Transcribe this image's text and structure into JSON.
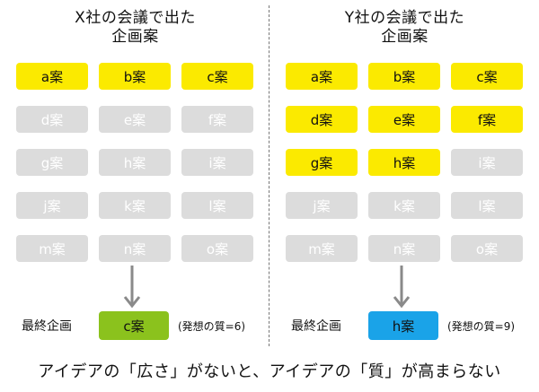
{
  "left": {
    "title_line1": "X社の会議で出た",
    "title_line2": "企画案",
    "ideas": [
      {
        "label": "a案",
        "highlighted": true
      },
      {
        "label": "b案",
        "highlighted": true
      },
      {
        "label": "c案",
        "highlighted": true
      },
      {
        "label": "d案",
        "highlighted": false
      },
      {
        "label": "e案",
        "highlighted": false
      },
      {
        "label": "f案",
        "highlighted": false
      },
      {
        "label": "g案",
        "highlighted": false
      },
      {
        "label": "h案",
        "highlighted": false
      },
      {
        "label": "i案",
        "highlighted": false
      },
      {
        "label": "j案",
        "highlighted": false
      },
      {
        "label": "k案",
        "highlighted": false
      },
      {
        "label": "l案",
        "highlighted": false
      },
      {
        "label": "m案",
        "highlighted": false
      },
      {
        "label": "n案",
        "highlighted": false
      },
      {
        "label": "o案",
        "highlighted": false
      }
    ],
    "final_label": "最終企画",
    "final_choice": "c案",
    "final_color": "#8bc21d",
    "final_text_color": "#111111",
    "note": "(発想の質=6)"
  },
  "right": {
    "title_line1": "Y社の会議で出た",
    "title_line2": "企画案",
    "ideas": [
      {
        "label": "a案",
        "highlighted": true
      },
      {
        "label": "b案",
        "highlighted": true
      },
      {
        "label": "c案",
        "highlighted": true
      },
      {
        "label": "d案",
        "highlighted": true
      },
      {
        "label": "e案",
        "highlighted": true
      },
      {
        "label": "f案",
        "highlighted": true
      },
      {
        "label": "g案",
        "highlighted": true
      },
      {
        "label": "h案",
        "highlighted": true
      },
      {
        "label": "i案",
        "highlighted": false
      },
      {
        "label": "j案",
        "highlighted": false
      },
      {
        "label": "k案",
        "highlighted": false
      },
      {
        "label": "l案",
        "highlighted": false
      },
      {
        "label": "m案",
        "highlighted": false
      },
      {
        "label": "n案",
        "highlighted": false
      },
      {
        "label": "o案",
        "highlighted": false
      }
    ],
    "final_label": "最終企画",
    "final_choice": "h案",
    "final_color": "#1aa3e8",
    "final_text_color": "#111111",
    "note": "(発想の質=9)"
  },
  "colors": {
    "highlight": "#fbea00",
    "inactive": "#dcdcdc",
    "arrow": "#8a8a8a"
  },
  "caption": "アイデアの「広さ」がないと、アイデアの「質」が高まらない"
}
